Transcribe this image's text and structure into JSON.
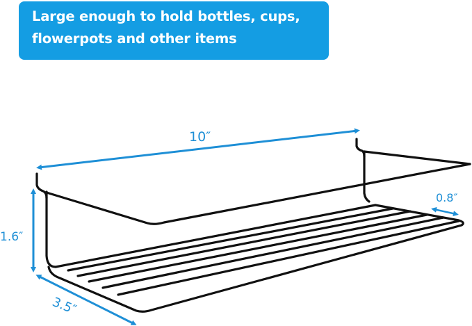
{
  "banner": {
    "line1": "Large enough to hold bottles, cups,",
    "line2": "flowerpots and other items",
    "background_color": "#149de3",
    "text_color": "#ffffff"
  },
  "dimensions": {
    "width_label": "10″",
    "height_label": "1.6″",
    "depth_label": "3.5″",
    "lip_label": "0.8″",
    "color": "#1e8fd6"
  },
  "product": {
    "name": "wire-shelf-basket",
    "wire_color": "#111111"
  }
}
